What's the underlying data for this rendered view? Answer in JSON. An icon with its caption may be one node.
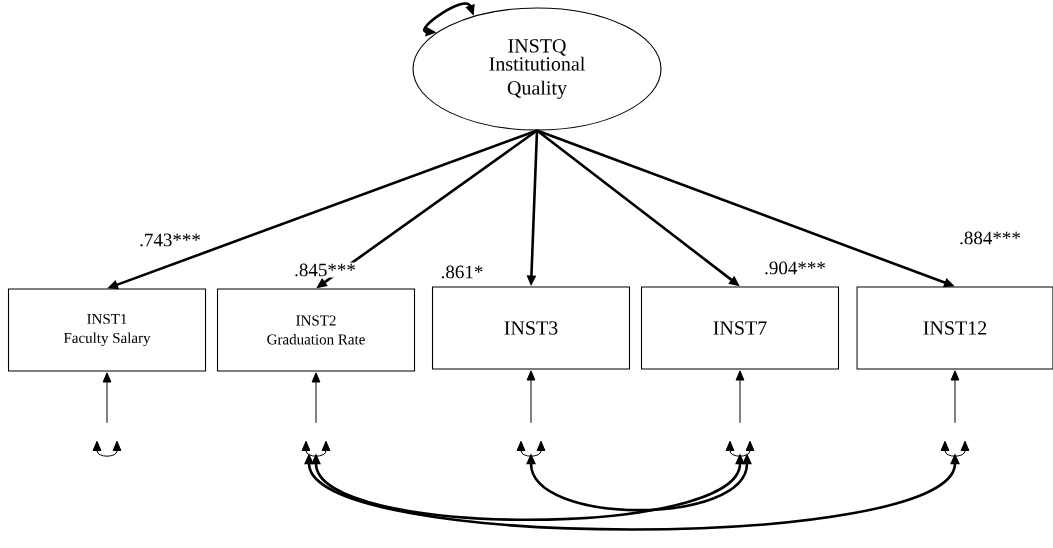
{
  "diagram": {
    "nodes": [
      {
        "text": [
          "INSTQ",
          "Institutional Quality"
        ]
      },
      {
        "text": [
          "INST1",
          "Faculty Salary"
        ]
      },
      {
        "text": [
          "INST2",
          "Graduation Rate"
        ]
      },
      {
        "text": [
          "INST3"
        ]
      },
      {
        "text": [
          "INST7"
        ]
      },
      {
        "text": [
          "INST12"
        ]
      },
      {
        "text": [],
        "shape": "loop"
      },
      {
        "text": [],
        "shape": "loop"
      },
      {
        "text": [],
        "shape": "loop"
      },
      {
        "text": [],
        "shape": "loop"
      },
      {
        "text": [],
        "shape": "loop"
      }
    ],
    "edges": [
      {
        "from": 0,
        "to": 0,
        "arrow": "both"
      },
      {
        "from": 0,
        "to": 1,
        "arrow": "to",
        "label": ".743***"
      },
      {
        "from": 0,
        "to": 2,
        "arrow": "to",
        "label": ".845***"
      },
      {
        "from": 0,
        "to": 3,
        "arrow": "to",
        "label": ".861*"
      },
      {
        "from": 0,
        "to": 4,
        "arrow": "to",
        "label": ".904***"
      },
      {
        "from": 0,
        "to": 5,
        "arrow": "to",
        "label": ".884***"
      },
      {
        "from": 6,
        "to": 1,
        "arrow": "to"
      },
      {
        "from": 7,
        "to": 2,
        "arrow": "to"
      },
      {
        "from": 8,
        "to": 3,
        "arrow": "to"
      },
      {
        "from": 9,
        "to": 4,
        "arrow": "to"
      },
      {
        "from": 10,
        "to": 5,
        "arrow": "to"
      },
      {
        "from": 7,
        "to": 9,
        "arrow": "both"
      },
      {
        "from": 7,
        "to": 10,
        "arrow": "both"
      },
      {
        "from": 8,
        "to": 9,
        "arrow": "both"
      }
    ]
  }
}
